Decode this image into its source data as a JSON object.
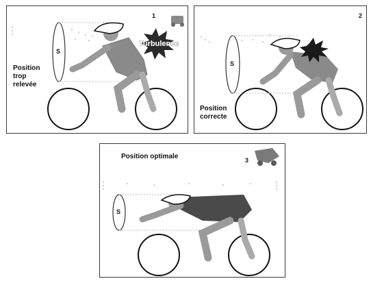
{
  "panels": [
    {
      "number": "1",
      "caption": "Position\ntrop\nrelevée",
      "surface_label": "S",
      "turbulence_label": "Turbulence"
    },
    {
      "number": "2",
      "caption": "Position\ncorrecte",
      "surface_label": "S"
    },
    {
      "number": "3",
      "caption": "Position optimale",
      "surface_label": "S"
    }
  ],
  "colors": {
    "border": "#3a3a3a",
    "rider_body": "#9a9a9a",
    "rider_torso_dark": "#555555",
    "burst": "#1a1a1a"
  }
}
